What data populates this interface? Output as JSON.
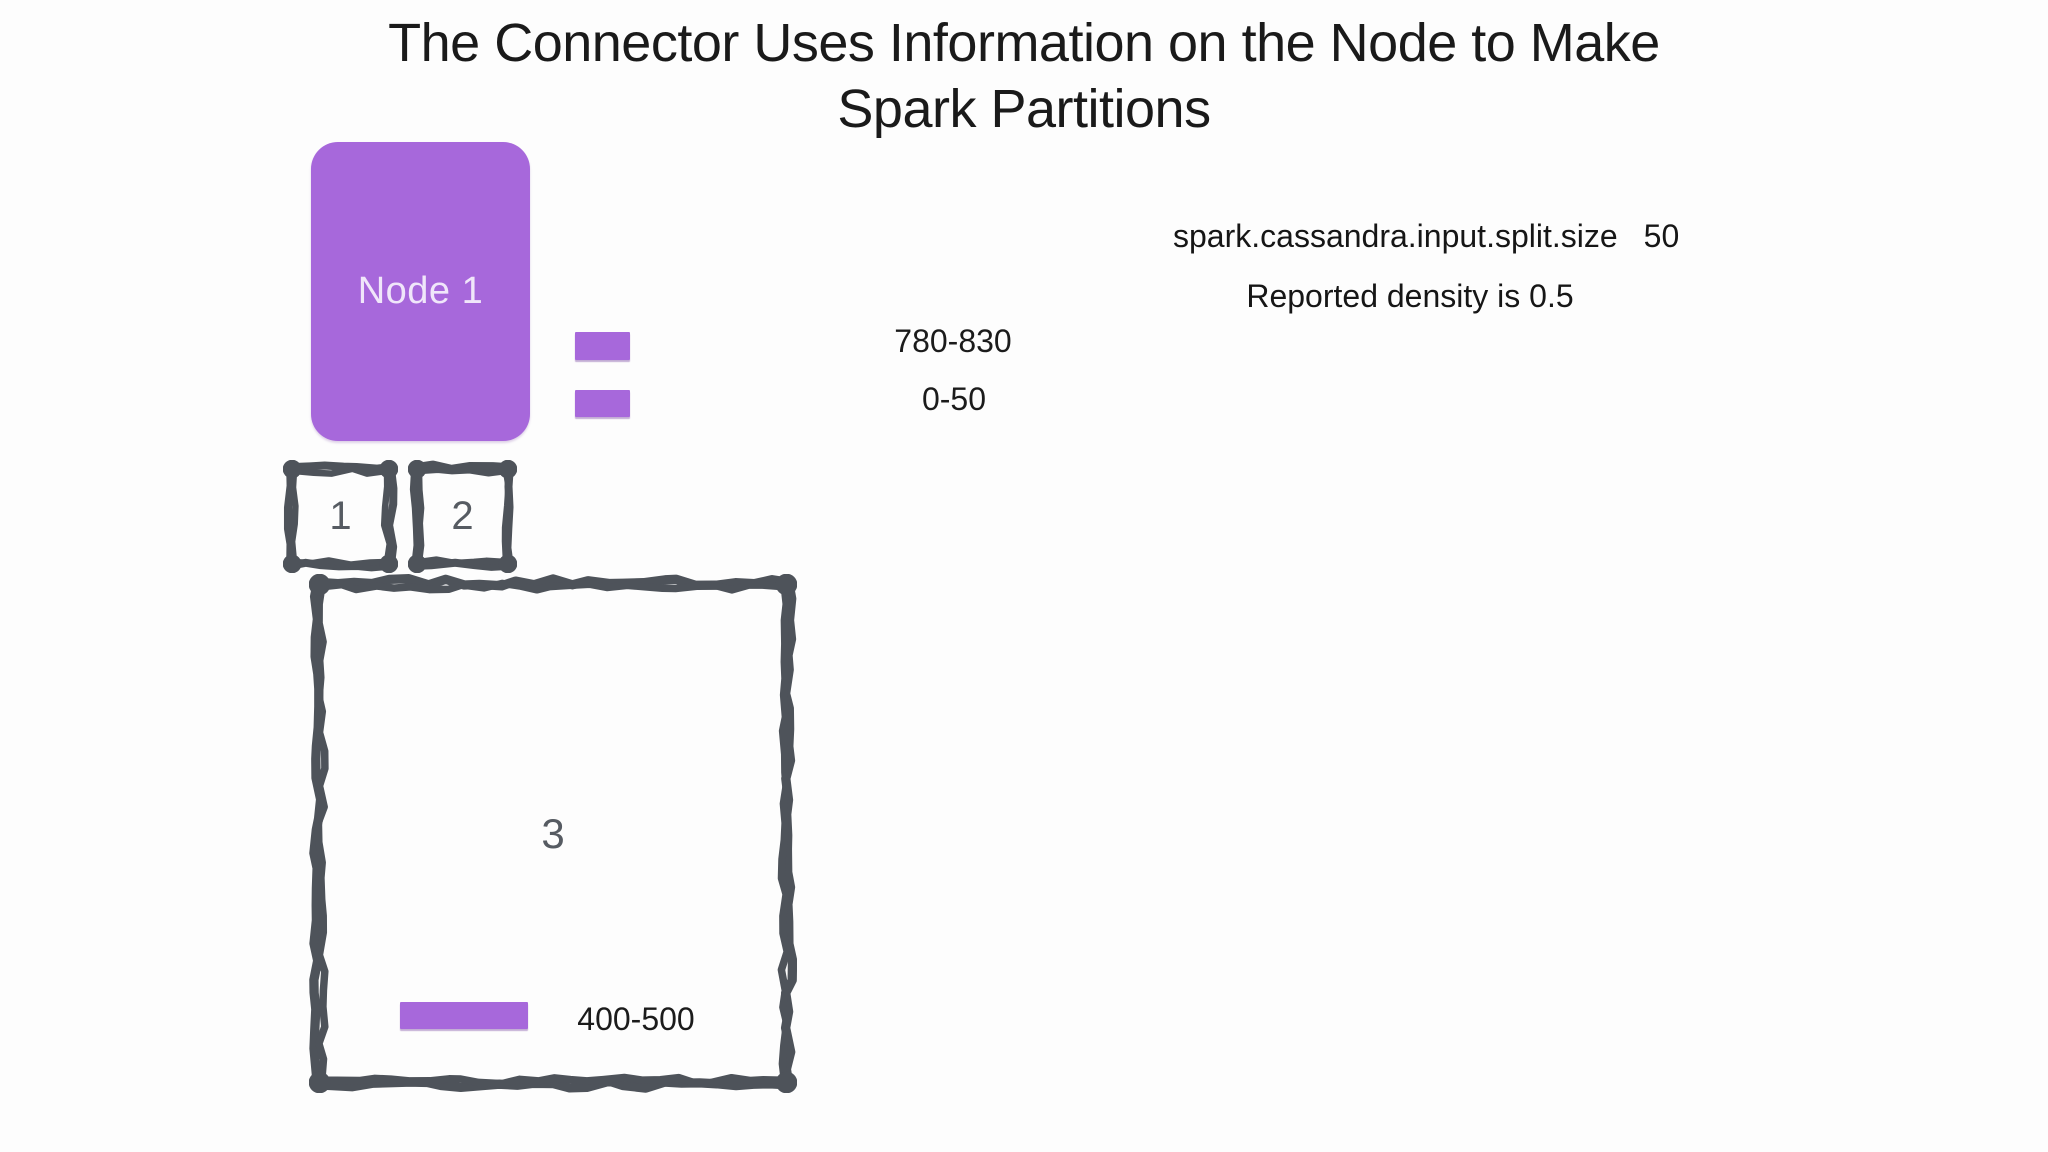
{
  "title": {
    "line1": "The Connector Uses Information on the Node to Make",
    "line2": "Spark Partitions"
  },
  "node": {
    "label": "Node 1"
  },
  "token_ranges": [
    {
      "label": "780-830"
    },
    {
      "label": "0-50"
    }
  ],
  "config": {
    "key": "spark.cassandra.input.split.size",
    "value": "50",
    "density": "Reported density is 0.5"
  },
  "partitions": [
    {
      "number": "1"
    },
    {
      "number": "2"
    },
    {
      "number": "3",
      "range": "400-500"
    }
  ],
  "colors": {
    "purple": "#A768DB",
    "sketch": "#4E535A",
    "title_text": "#1A1A1A",
    "node_text": "#F0E6FA",
    "digit_text": "#565B62"
  }
}
